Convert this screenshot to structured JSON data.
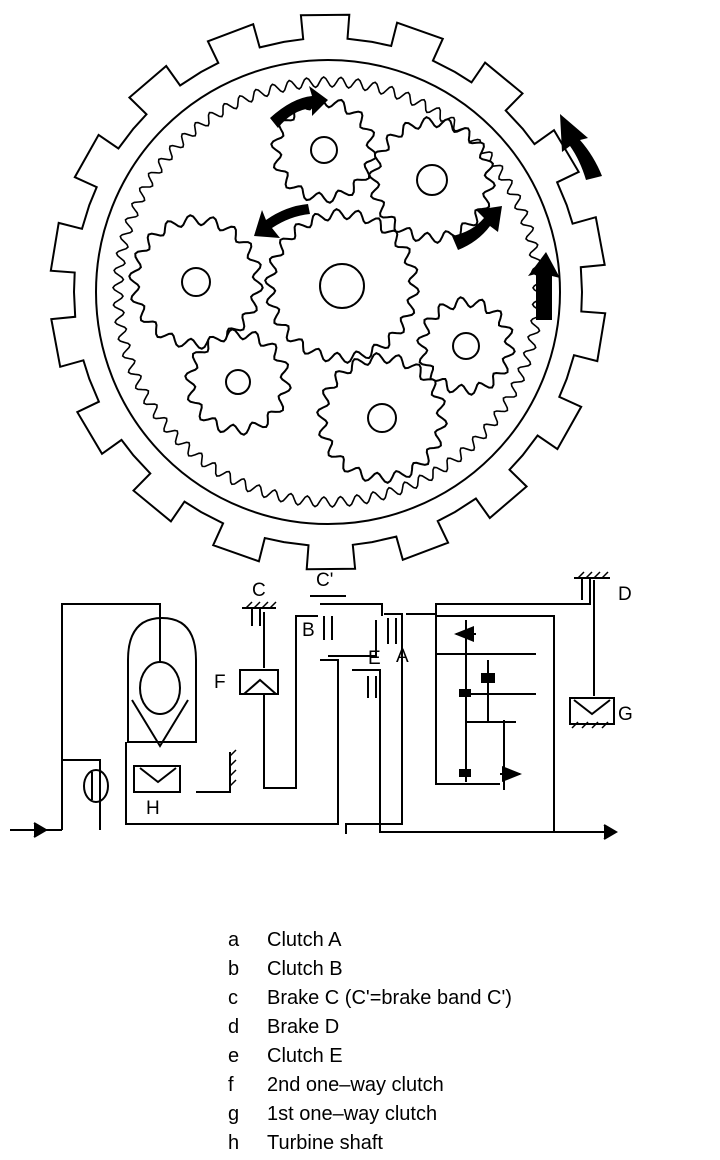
{
  "labels": {
    "c": "C",
    "c_prime": "C'",
    "b": "B",
    "e": "E",
    "a": "A",
    "d": "D",
    "f": "F",
    "g": "G",
    "h": "H"
  },
  "legend": [
    {
      "key": "a",
      "text": "Clutch A"
    },
    {
      "key": "b",
      "text": "Clutch B"
    },
    {
      "key": "c",
      "text": "Brake C (C'=brake band C')"
    },
    {
      "key": "d",
      "text": "Brake D"
    },
    {
      "key": "e",
      "text": "Clutch E"
    },
    {
      "key": "f",
      "text": "2nd one–way clutch"
    },
    {
      "key": "g",
      "text": "1st one–way clutch"
    },
    {
      "key": "h",
      "text": "Turbine shaft"
    }
  ],
  "colors": {
    "line": "#000000",
    "background": "#ffffff"
  }
}
